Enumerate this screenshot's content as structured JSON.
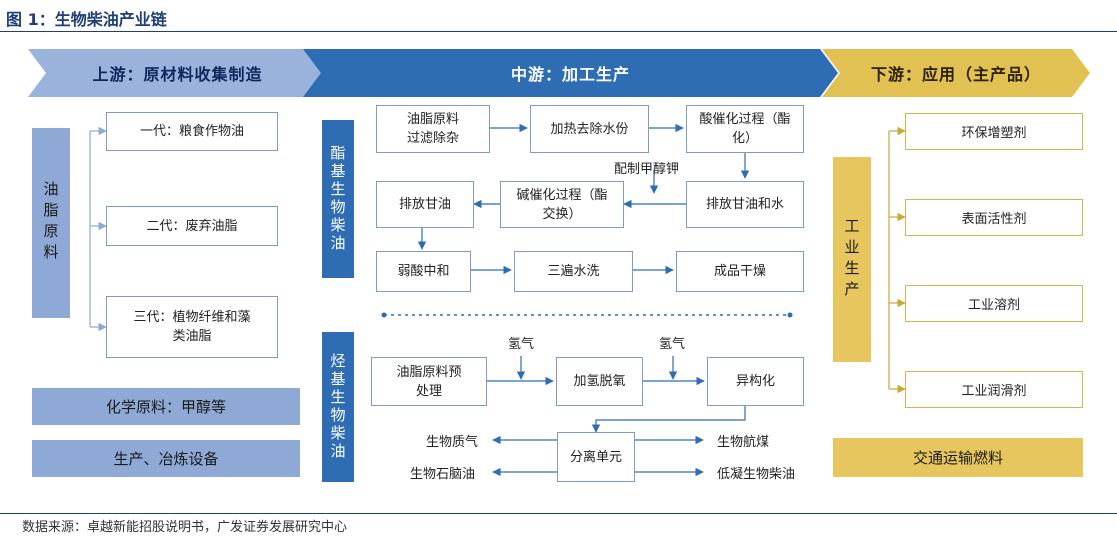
{
  "title": "图 1：生物柴油产业链",
  "source": "数据来源：卓越新能招股说明书，广发证券发展研究中心",
  "banners": {
    "upstream": "上游：原材料收集制造",
    "midstream": "中游：加工生产",
    "downstream": "下游：应用（主产品）"
  },
  "upstream": {
    "oil_label": "油脂原料",
    "gen1": "一代：粮食作物油",
    "gen2": "二代：废弃油脂",
    "gen3": "三代：植物纤维和藻类油脂",
    "chem": "化学原料：甲醇等",
    "equip": "生产、冶炼设备"
  },
  "ester": {
    "label": "酯基生物柴油",
    "raw": "油脂原料过滤除杂",
    "heat": "加热去除水份",
    "acid": "酸催化过程（酯化）",
    "methanol": "配制甲醇钾",
    "drain_water": "排放甘油和水",
    "base": "碱催化过程（酯交换）",
    "drain": "排放甘油",
    "neutral": "弱酸中和",
    "wash": "三遍水洗",
    "dry": "成品干燥"
  },
  "hydro": {
    "label": "烃基生物柴油",
    "raw": "油脂原料预处理",
    "h2a": "氢气",
    "deoxy": "加氢脱氧",
    "h2b": "氢气",
    "iso": "异构化",
    "sep": "分离单元",
    "gas": "生物质气",
    "naphtha": "生物石脑油",
    "jet": "生物航煤",
    "diesel": "低凝生物柴油"
  },
  "downstream": {
    "industry": "工业生产",
    "items": [
      "环保增塑剂",
      "表面活性剂",
      "工业溶剂",
      "工业润滑剂"
    ],
    "transport": "交通运输燃料"
  },
  "colors": {
    "navy": "#1f3f7a",
    "light_blue": "#8fa9d6",
    "mid_blue": "#2e6db4",
    "gold": "#e7c75d"
  }
}
